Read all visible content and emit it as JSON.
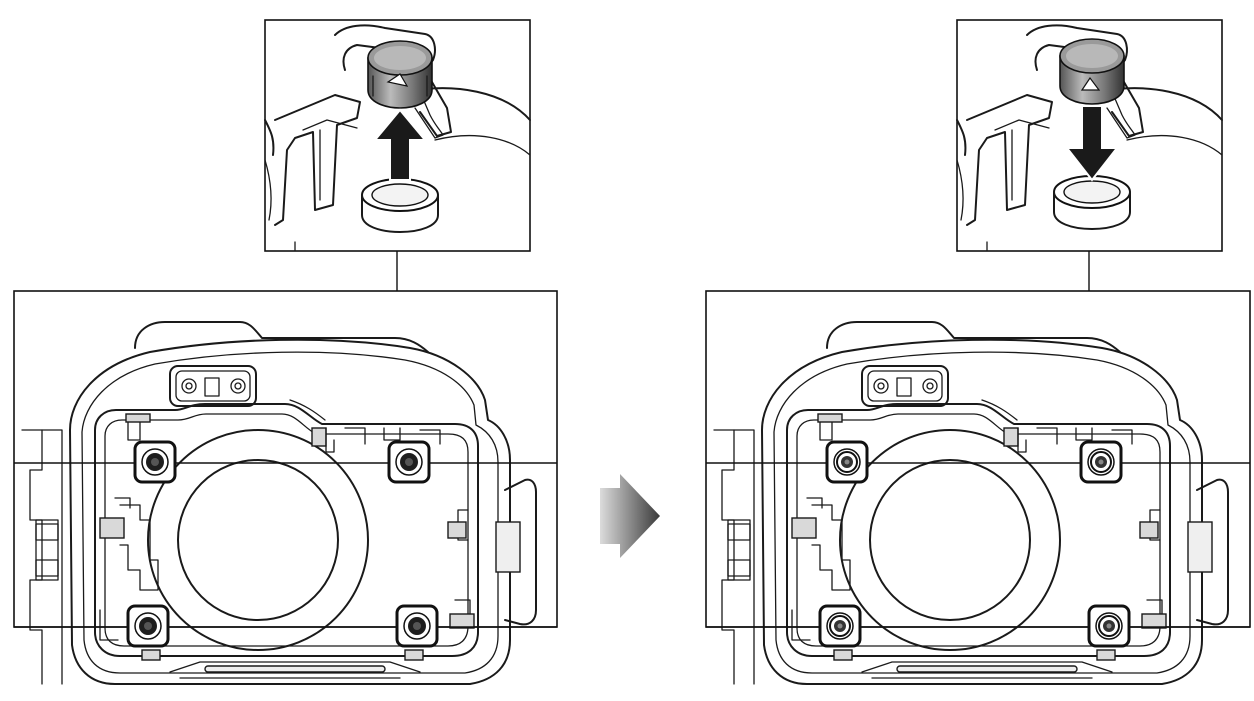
{
  "figure": {
    "panels": [
      {
        "id": "before",
        "state": "knob-raised",
        "arrow_direction": "up"
      },
      {
        "id": "after",
        "state": "knob-pressed",
        "arrow_direction": "down"
      }
    ],
    "transition_arrow": {
      "icon": "gradient-right-arrow-icon",
      "direction": "right"
    },
    "colors": {
      "ink": "#1a1a1a",
      "arrow_dark": "#3a3a3a",
      "arrow_light": "#d8d8d8",
      "background": "#ffffff"
    }
  }
}
